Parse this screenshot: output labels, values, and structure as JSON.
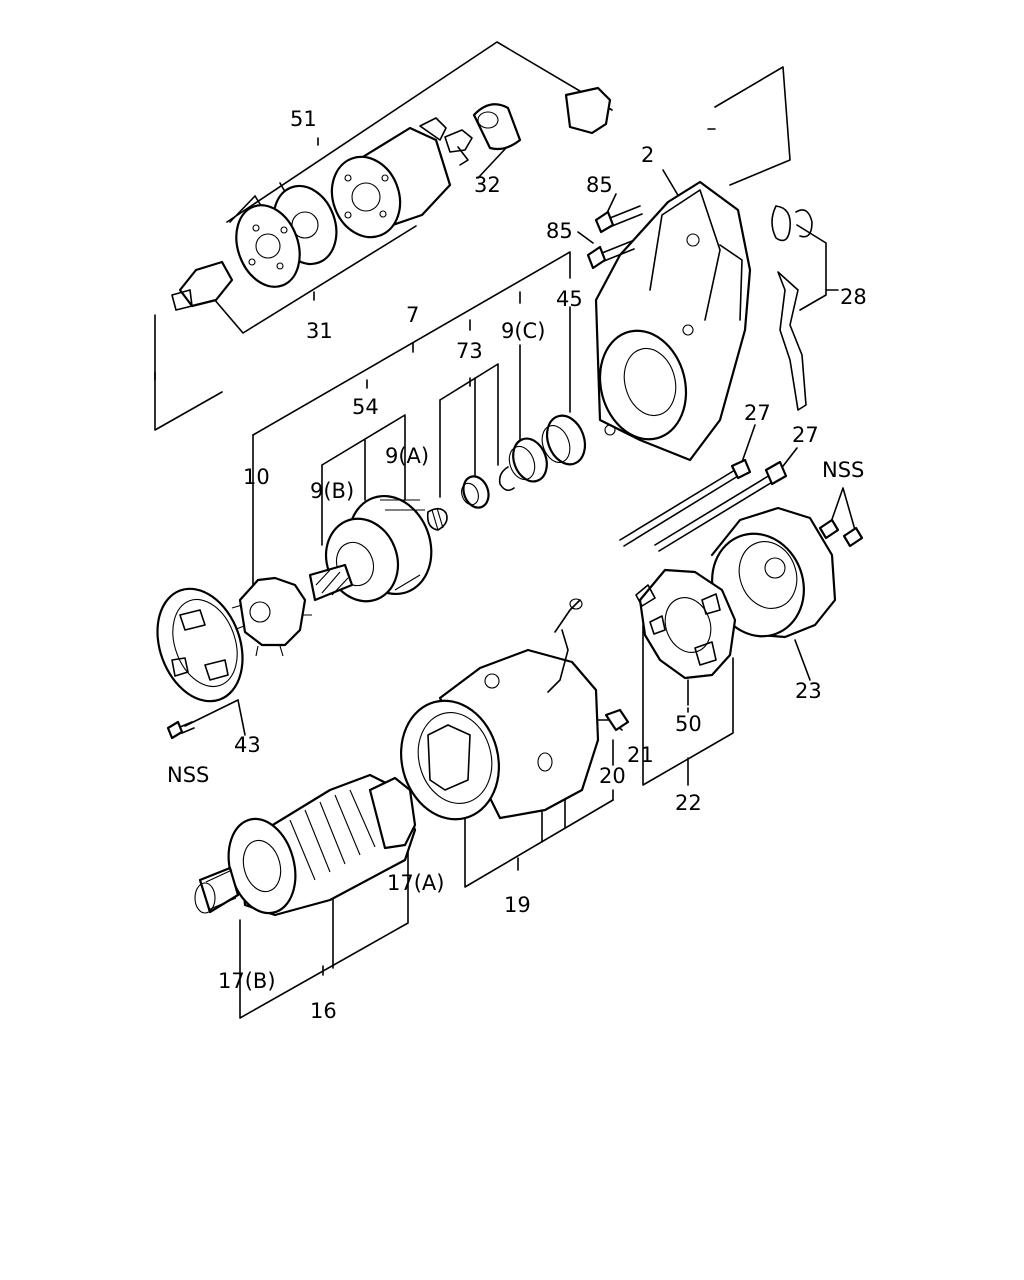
{
  "diagram": {
    "labels": {
      "l51": "51",
      "l32": "32",
      "l2": "2",
      "l85a": "85",
      "l85b": "85",
      "l31": "31",
      "l28": "28",
      "l7": "7",
      "l45": "45",
      "l9c": "9(C)",
      "l73": "73",
      "l54": "54",
      "l27a": "27",
      "l27b": "27",
      "l9a": "9(A)",
      "l10": "10",
      "l9b": "9(B)",
      "lnss1": "NSS",
      "l23": "23",
      "l43": "43",
      "lnss2": "NSS",
      "l50": "50",
      "l21": "21",
      "l20": "20",
      "l22": "22",
      "l17a": "17(A)",
      "l19": "19",
      "l17b": "17(B)",
      "l16": "16"
    }
  }
}
